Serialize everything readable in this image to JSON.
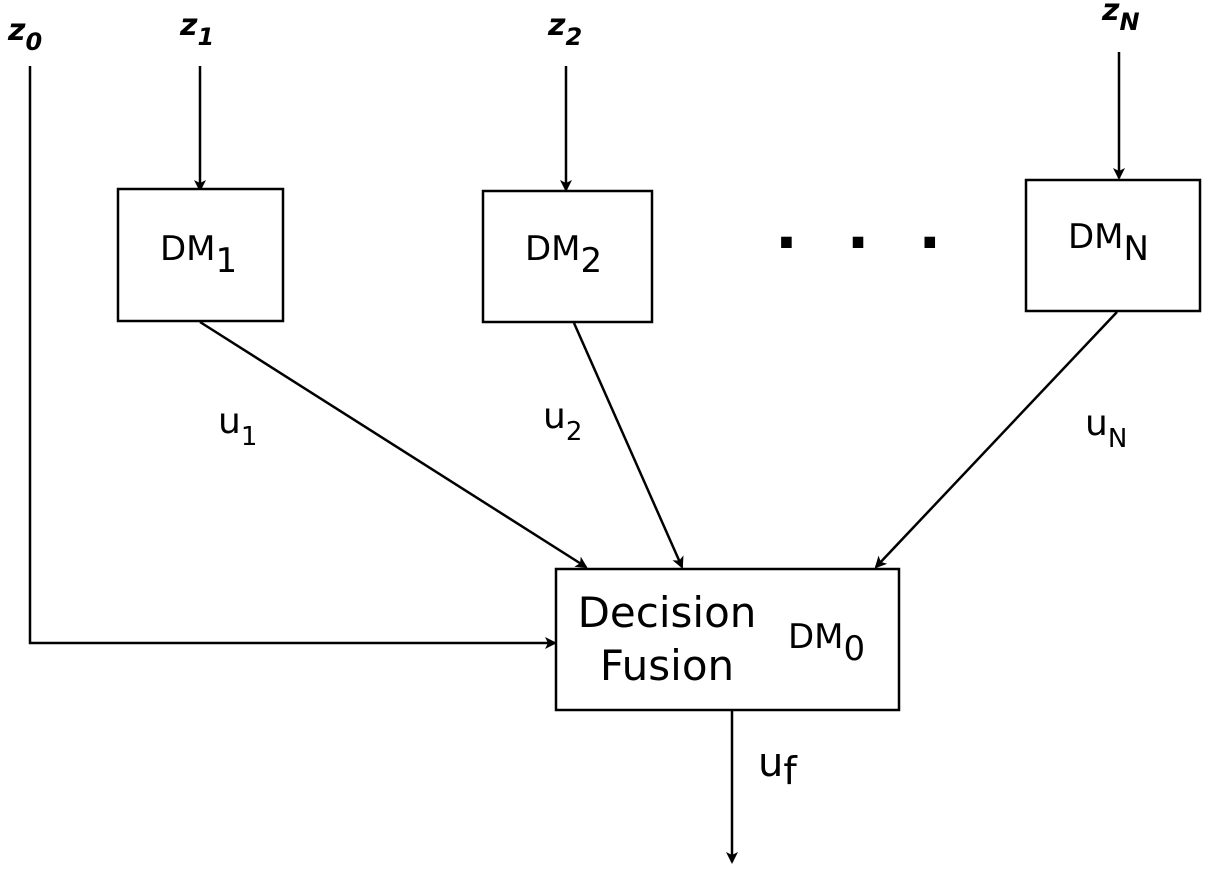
{
  "observations": {
    "z0": {
      "base": "z",
      "sub": "0"
    },
    "z1": {
      "base": "z",
      "sub": "1"
    },
    "z2": {
      "base": "z",
      "sub": "2"
    },
    "zN": {
      "base": "z",
      "sub": "N"
    }
  },
  "decision_makers": {
    "dm1": {
      "base": "DM",
      "sub": "1"
    },
    "dm2": {
      "base": "DM",
      "sub": "2"
    },
    "dmN": {
      "base": "DM",
      "sub": "N"
    }
  },
  "ellipsis": "· · ·",
  "decisions": {
    "u1": {
      "base": "u",
      "sub": "1"
    },
    "u2": {
      "base": "u",
      "sub": "2"
    },
    "uN": {
      "base": "u",
      "sub": "N"
    },
    "uf": {
      "base": "u",
      "sub": "f"
    }
  },
  "fusion": {
    "line1": "Decision",
    "line2": "Fusion",
    "tag": {
      "base": "DM",
      "sub": "0"
    }
  }
}
